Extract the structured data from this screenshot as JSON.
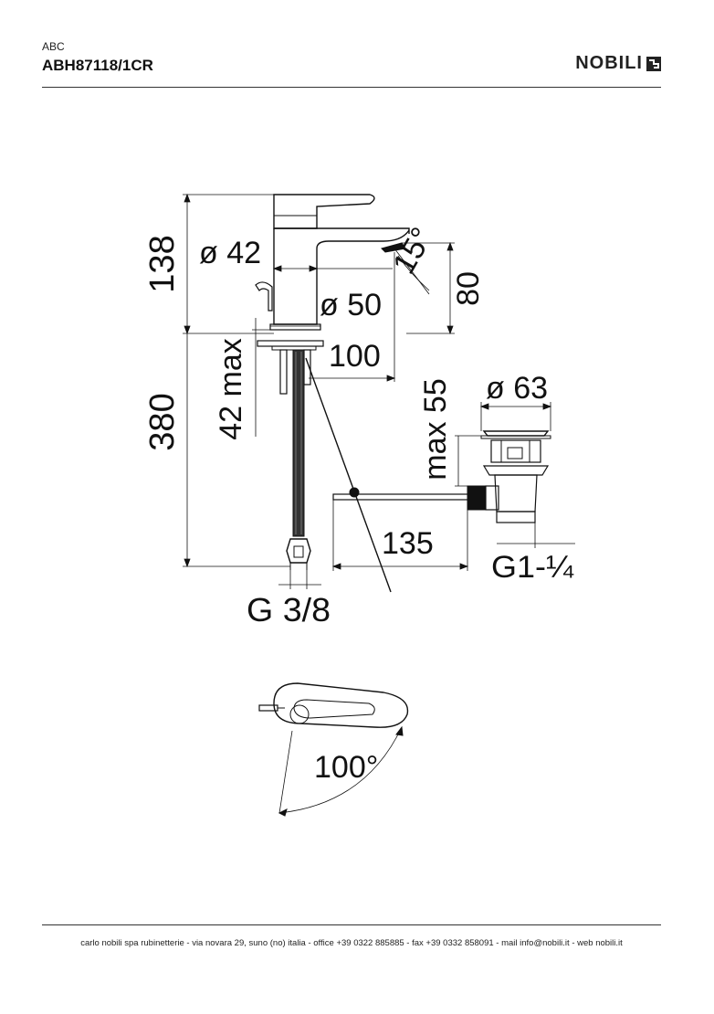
{
  "header": {
    "series": "ABC",
    "code": "ABH87118/1CR",
    "brand": "NOBILI"
  },
  "dimensions": {
    "d138": "138",
    "d42dia": "ø 42",
    "d15deg": "15°",
    "d80": "80",
    "d50dia": "ø 50",
    "d100": "100",
    "d42max": "42 max",
    "d380": "380",
    "dmax55": "max 55",
    "d63dia": "ø 63",
    "d135": "135",
    "dG1": "G1-¼",
    "dG38": "G 3/8",
    "d100deg": "100°"
  },
  "footer": {
    "address": "carlo nobili spa rubinetterie - via novara 29, suno (no) italia - office +39 0322 885885 - fax +39 0332 858091 - mail info@nobili.it - web nobili.it"
  }
}
